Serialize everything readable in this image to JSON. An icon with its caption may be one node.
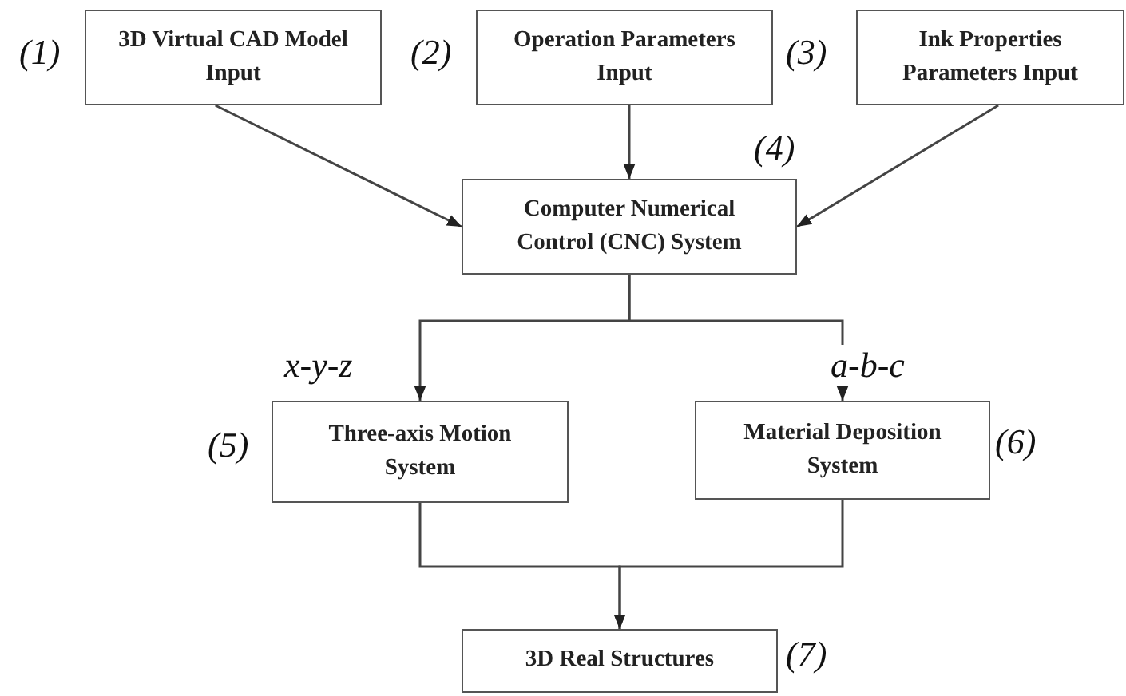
{
  "diagram": {
    "nodes": [
      {
        "text": [
          "3D Virtual CAD Model Input"
        ],
        "beside": [
          "(1)"
        ]
      },
      {
        "text": [
          "Operation Parameters Input"
        ],
        "beside": [
          "(2)"
        ]
      },
      {
        "text": [
          "Ink Properties Parameters Input"
        ],
        "beside": [
          "(3)"
        ]
      },
      {
        "text": [
          "Computer Numerical Control (CNC) System"
        ],
        "beside": [
          "(4)"
        ]
      },
      {
        "text": [
          "Three-axis Motion System"
        ],
        "beside": [
          "(5)"
        ]
      },
      {
        "text": [
          "Material Deposition System"
        ],
        "beside": [
          "(6)"
        ]
      },
      {
        "text": [
          "3D Real Structures"
        ],
        "beside": [
          "(7)"
        ]
      }
    ],
    "edges": [
      {
        "from": 0,
        "to": 3,
        "arrow": "to"
      },
      {
        "from": 1,
        "to": 3,
        "arrow": "to"
      },
      {
        "from": 2,
        "to": 3,
        "arrow": "to"
      },
      {
        "from": 3,
        "to": 4,
        "arrow": "to",
        "label": "x-y-z"
      },
      {
        "from": 3,
        "to": 5,
        "arrow": "to",
        "label": "a-b-c"
      },
      {
        "from": 4,
        "to": 6,
        "arrow": "to"
      },
      {
        "from": 5,
        "to": 6,
        "arrow": "to"
      }
    ]
  }
}
